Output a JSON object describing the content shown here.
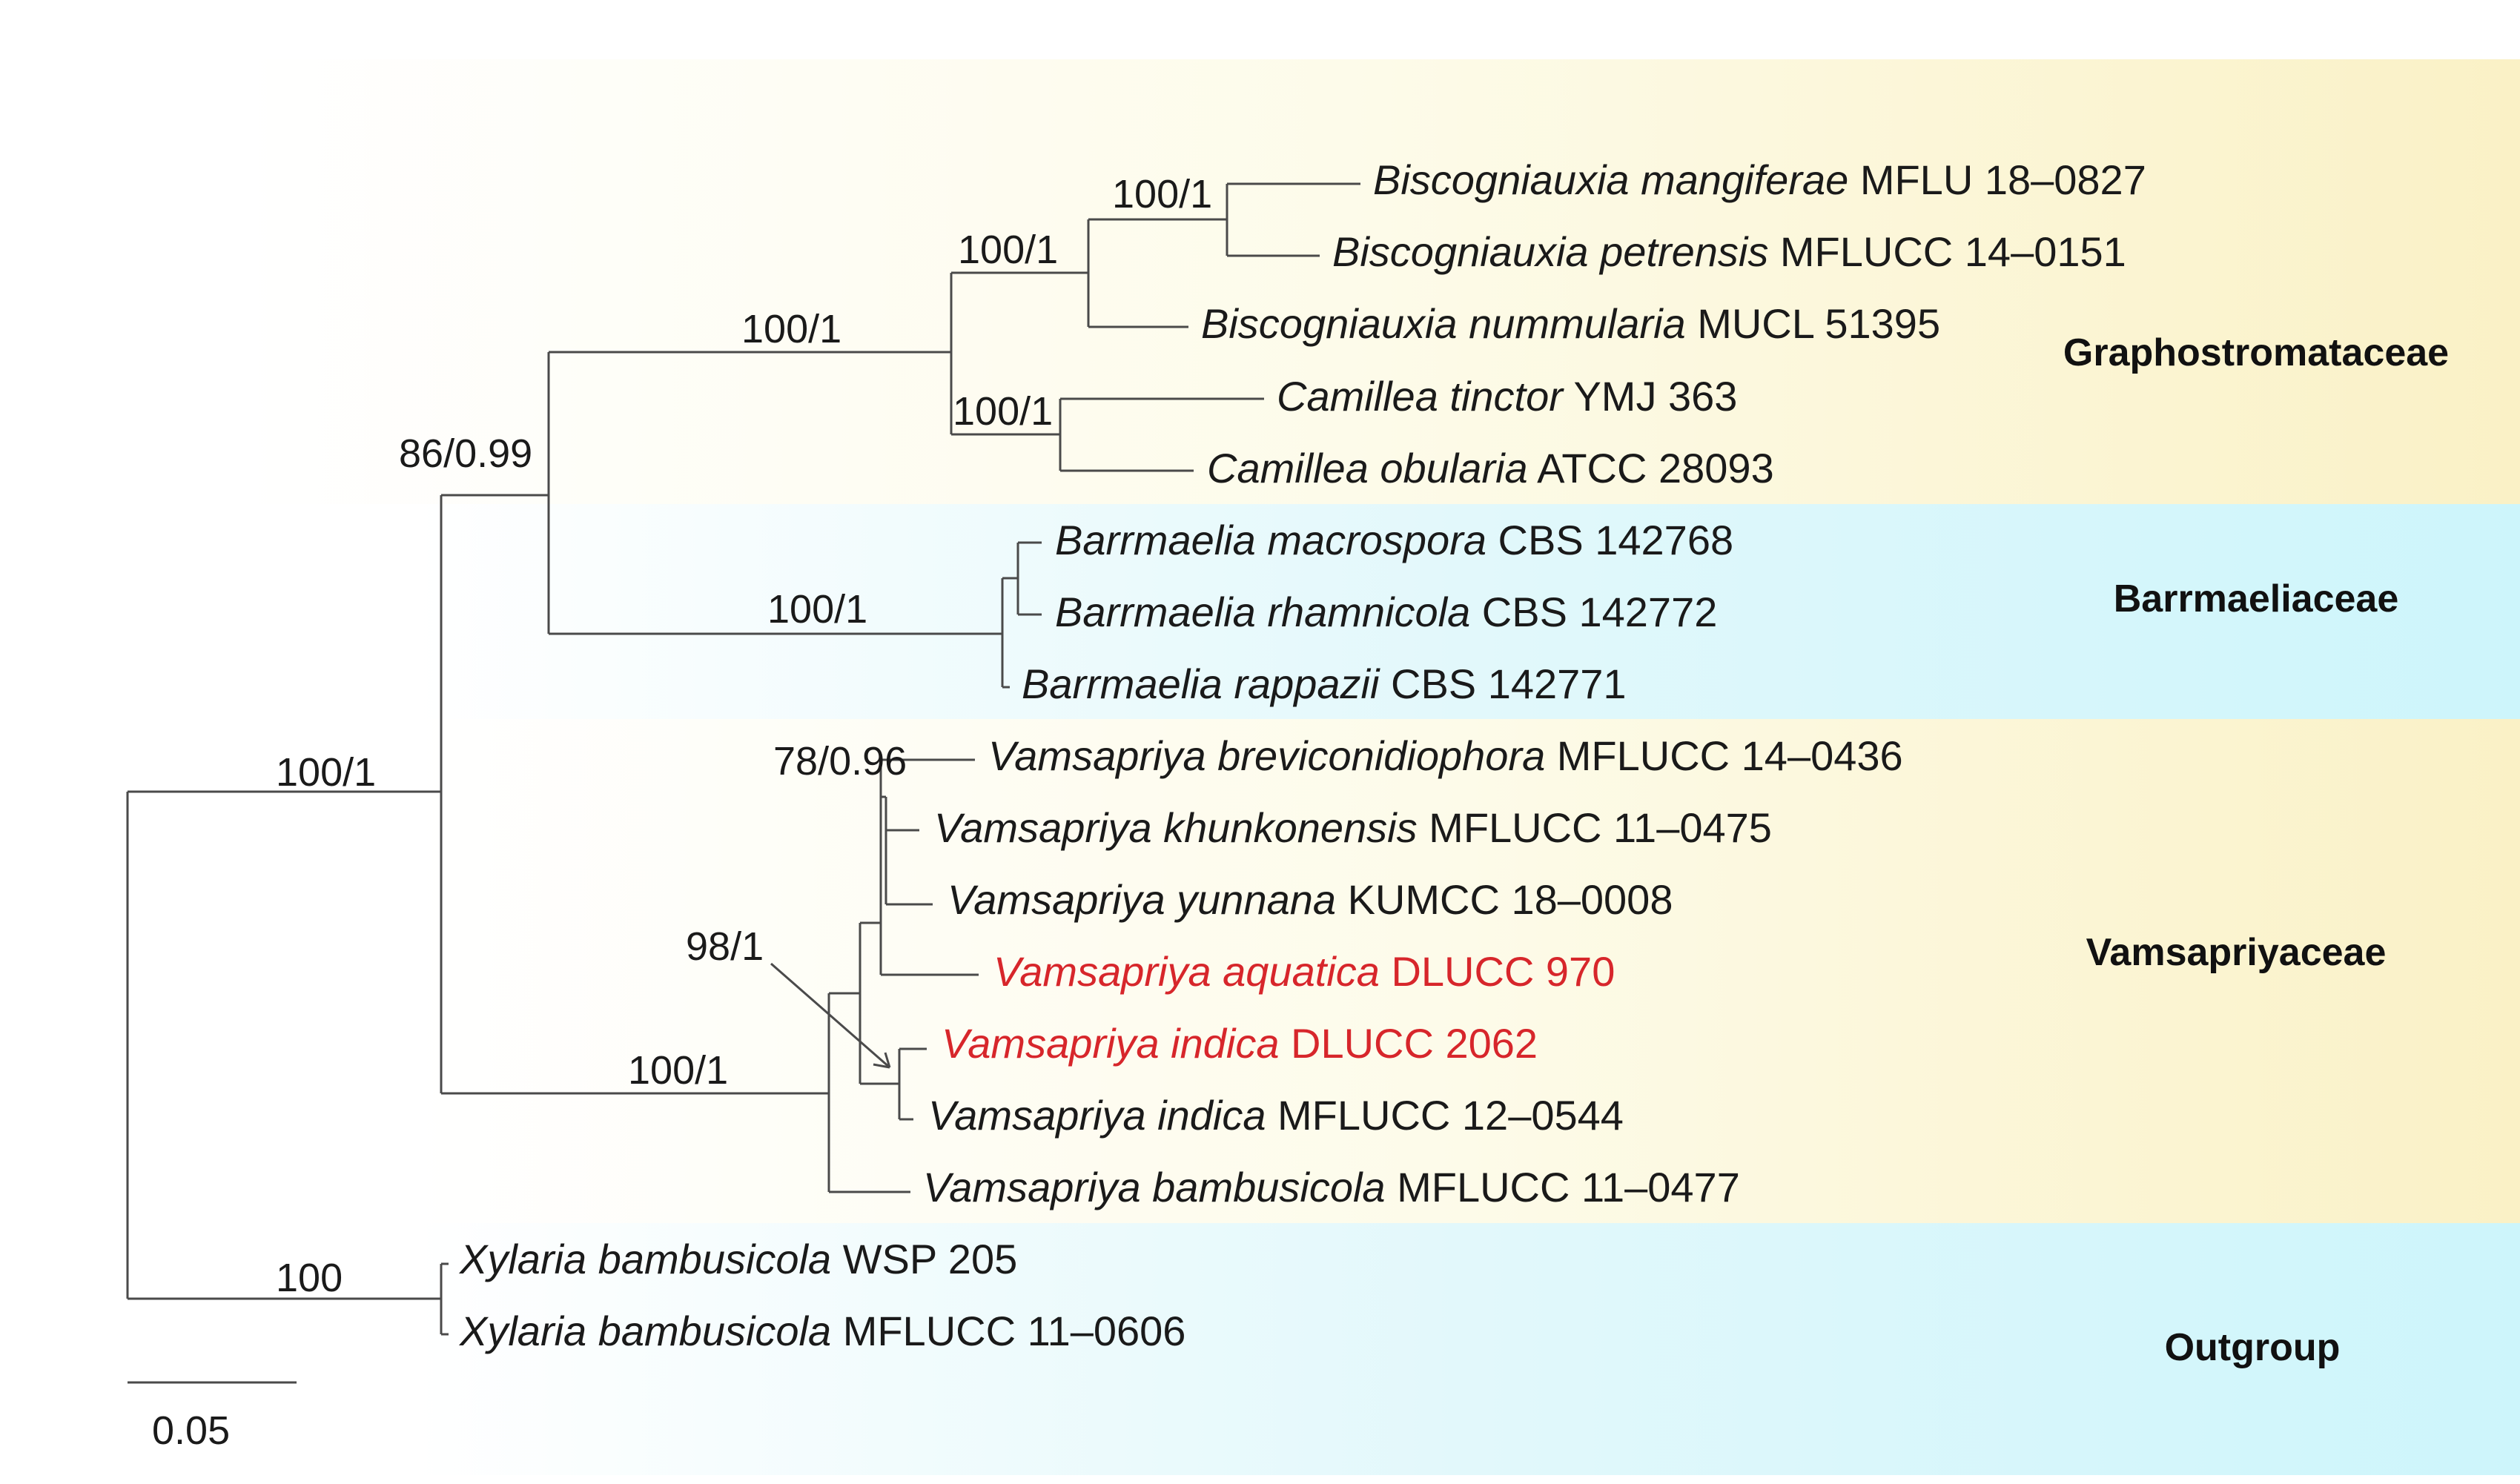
{
  "colors": {
    "highlight": "#d7262b",
    "band_yellow": "#fbf6cf",
    "band_cyan": "#d3f6fb",
    "branch": "#4a4a4a"
  },
  "scale_bar": {
    "label": "0.05"
  },
  "families": [
    {
      "name": "Graphostromataceae",
      "band": "yellow"
    },
    {
      "name": "Barrmaeliaceae",
      "band": "cyan"
    },
    {
      "name": "Vamsapriyaceae",
      "band": "yellow"
    },
    {
      "name": "Outgroup",
      "band": "cyan"
    }
  ],
  "taxa": [
    {
      "genus": "Biscogniauxia mangiferae",
      "code": "MFLU 18–0827",
      "highlight": false
    },
    {
      "genus": "Biscogniauxia petrensis",
      "code": "MFLUCC 14–0151",
      "highlight": false
    },
    {
      "genus": "Biscogniauxia nummularia",
      "code": "MUCL 51395",
      "highlight": false
    },
    {
      "genus": "Camillea tinctor",
      "code": "YMJ 363",
      "highlight": false
    },
    {
      "genus": "Camillea obularia",
      "code": "ATCC 28093",
      "highlight": false
    },
    {
      "genus": "Barrmaelia macrospora",
      "code": "CBS 142768",
      "highlight": false
    },
    {
      "genus": "Barrmaelia rhamnicola",
      "code": "CBS 142772",
      "highlight": false
    },
    {
      "genus": "Barrmaelia rappazii",
      "code": "CBS 142771",
      "highlight": false
    },
    {
      "genus": "Vamsapriya breviconidiophora",
      "code": "MFLUCC 14–0436",
      "highlight": false
    },
    {
      "genus": "Vamsapriya khunkonensis",
      "code": "MFLUCC 11–0475",
      "highlight": false
    },
    {
      "genus": "Vamsapriya yunnana",
      "code": "KUMCC 18–0008",
      "highlight": false
    },
    {
      "genus": "Vamsapriya aquatica",
      "code": "DLUCC 970",
      "highlight": true
    },
    {
      "genus": "Vamsapriya indica",
      "code": "DLUCC 2062",
      "highlight": true
    },
    {
      "genus": "Vamsapriya indica",
      "code": "MFLUCC 12–0544",
      "highlight": false
    },
    {
      "genus": "Vamsapriya bambusicola",
      "code": "MFLUCC 11–0477",
      "highlight": false
    },
    {
      "genus": "Xylaria bambusicola",
      "code": "WSP 205",
      "highlight": false
    },
    {
      "genus": "Xylaria bambusicola",
      "code": "MFLUCC 11–0606",
      "highlight": false
    }
  ],
  "supports": [
    "100/1",
    "100/1",
    "100/1",
    "100/1",
    "86/0.99",
    "100/1",
    "100/1",
    "78/0.96",
    "98/1",
    "100/1",
    "100"
  ]
}
